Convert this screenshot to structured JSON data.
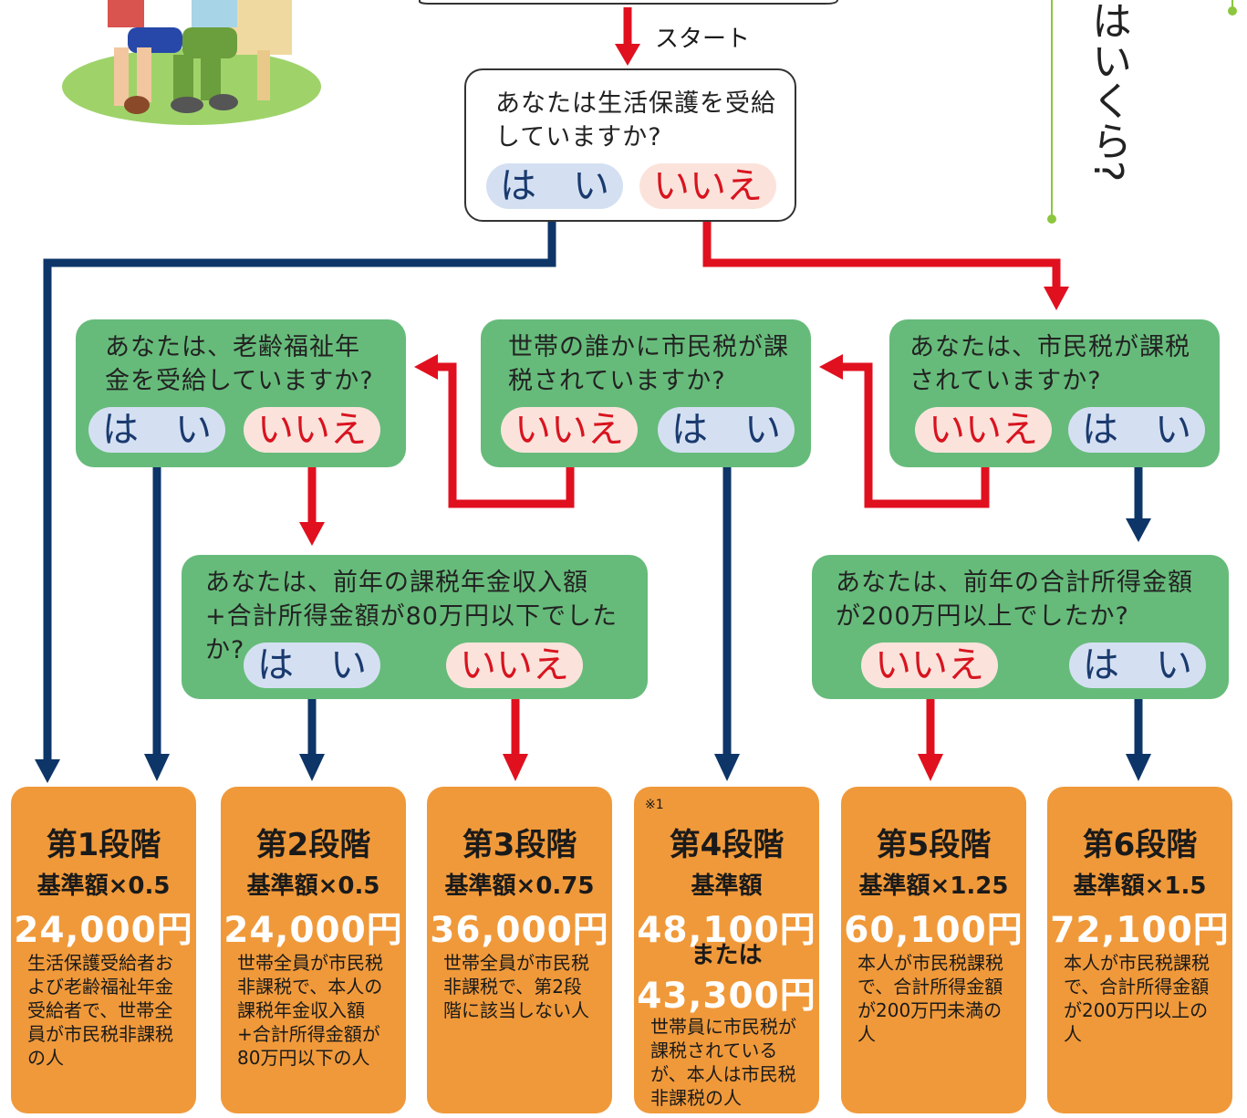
{
  "flow": {
    "start_label": "スタート",
    "vertical_title": "はいくら?",
    "q1": {
      "text": "あなたは生活保護を受給していますか?",
      "yes": "は　い",
      "no": "いいえ"
    },
    "q_pension": {
      "text": "あなたは、老齢福祉年金を受給していますか?",
      "yes": "は　い",
      "no": "いいえ"
    },
    "q_household": {
      "text": "世帯の誰かに市民税が課税されていますか?",
      "no": "いいえ",
      "yes": "は　い"
    },
    "q_self_tax": {
      "text": "あなたは、市民税が課税されていますか?",
      "no": "いいえ",
      "yes": "は　い"
    },
    "q_80": {
      "text": "あなたは、前年の課税年金収入額+合計所得金額が80万円以下でしたか?",
      "yes": "は　い",
      "no": "いいえ"
    },
    "q_200": {
      "text": "あなたは、前年の合計所得金額が200万円以上でしたか?",
      "no": "いいえ",
      "yes": "は　い"
    }
  },
  "results": [
    {
      "title": "第1段階",
      "rate": "基準額×0.5",
      "amount": "24,000円",
      "desc": "生活保護受給者および老齢福祉年金受給者で、世帯全員が市民税非課税の人"
    },
    {
      "title": "第2段階",
      "rate": "基準額×0.5",
      "amount": "24,000円",
      "desc": "世帯全員が市民税非課税で、本人の課税年金収入額+合計所得金額が80万円以下の人"
    },
    {
      "title": "第3段階",
      "rate": "基準額×0.75",
      "amount": "36,000円",
      "desc": "世帯全員が市民税非課税で、第2段階に該当しない人"
    },
    {
      "title": "第4段階",
      "note": "※1",
      "rate": "基準額",
      "amount": "48,100円",
      "or": "または",
      "amount2": "43,300円",
      "desc": "世帯員に市民税が課税されているが、本人は市民税非課税の人"
    },
    {
      "title": "第5段階",
      "rate": "基準額×1.25",
      "amount": "60,100円",
      "desc": "本人が市民税課税で、合計所得金額が200万円未満の人"
    },
    {
      "title": "第6段階",
      "rate": "基準額×1.5",
      "amount": "72,100円",
      "desc": "本人が市民税課税で、合計所得金額が200万円以上の人"
    }
  ],
  "colors": {
    "navy": "#0d3568",
    "red": "#e0101f",
    "green_box": "#66bb7a",
    "orange_box": "#f0993a",
    "lime_line": "#8cc63f"
  },
  "icons": [
    "people-on-bench-illustration"
  ]
}
